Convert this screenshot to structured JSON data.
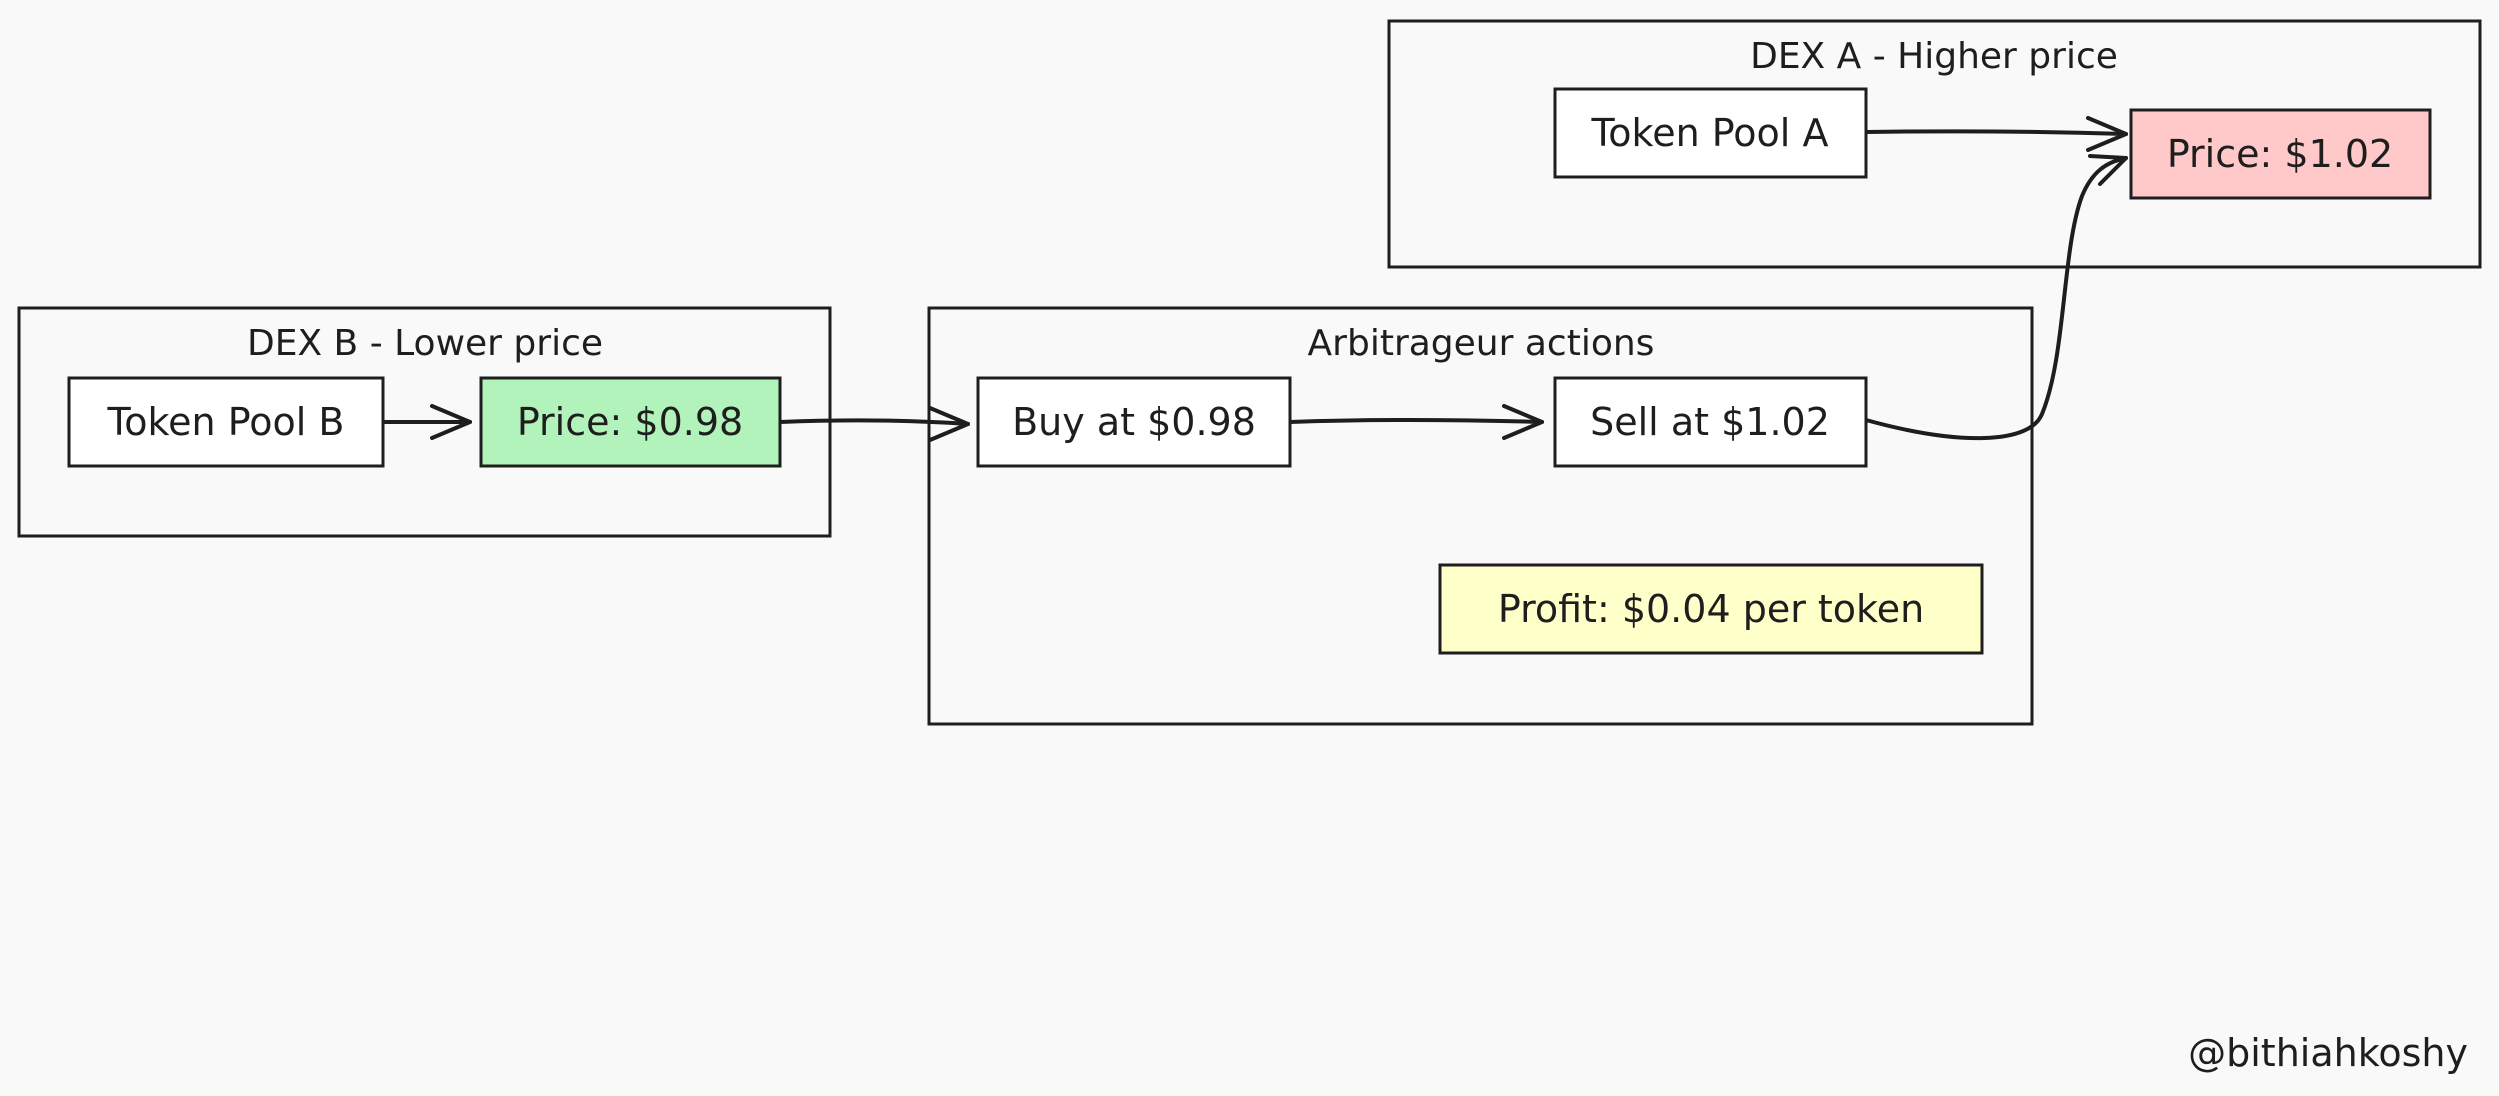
{
  "groups": {
    "dex_a": {
      "title": "DEX A - Higher price"
    },
    "dex_b": {
      "title": "DEX B - Lower price"
    },
    "arbitrageur": {
      "title": "Arbitrageur actions"
    }
  },
  "nodes": {
    "token_pool_a": {
      "label": "Token Pool A"
    },
    "price_a": {
      "label": "Price: $1.02",
      "fill": "#ffc9c9"
    },
    "token_pool_b": {
      "label": "Token Pool B"
    },
    "price_b": {
      "label": "Price: $0.98",
      "fill": "#b2f2bb"
    },
    "buy": {
      "label": "Buy at $0.98"
    },
    "sell": {
      "label": "Sell at $1.02"
    },
    "profit": {
      "label": "Profit: $0.04 per token",
      "fill": "#ffffc9"
    }
  },
  "edges": [
    {
      "from": "token_pool_a",
      "to": "price_a"
    },
    {
      "from": "token_pool_b",
      "to": "price_b"
    },
    {
      "from": "price_b",
      "to": "buy"
    },
    {
      "from": "buy",
      "to": "sell"
    },
    {
      "from": "sell",
      "to": "price_a"
    }
  ],
  "watermark": "@bithiahkoshy"
}
